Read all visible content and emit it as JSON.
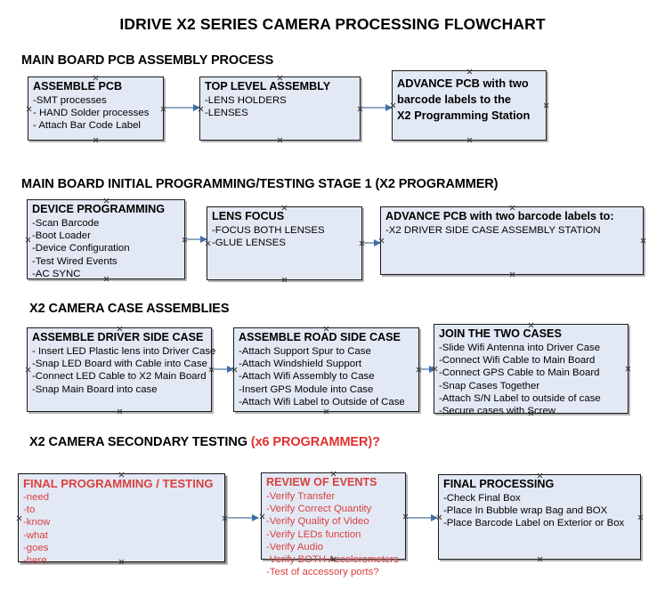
{
  "title": "IDRIVE X2  SERIES CAMERA PROCESSING FLOWCHART",
  "sections": [
    {
      "heading": "MAIN BOARD PCB ASSEMBLY PROCESS",
      "heading_accent": "",
      "nodes": [
        {
          "title": "ASSEMBLE PCB",
          "lines": [
            "-SMT processes",
            "- HAND Solder processes",
            "- Attach Bar Code Label"
          ]
        },
        {
          "title": "TOP LEVEL ASSEMBLY",
          "lines": [
            "-LENS HOLDERS",
            "-LENSES"
          ]
        },
        {
          "title": "ADVANCE PCB with two",
          "lines": [
            "barcode labels to the",
            " X2 Programming Station"
          ]
        }
      ]
    },
    {
      "heading": "MAIN BOARD INITIAL PROGRAMMING/TESTING STAGE 1 (X2 PROGRAMMER)",
      "heading_accent": "",
      "nodes": [
        {
          "title": "DEVICE PROGRAMMING",
          "lines": [
            "-Scan Barcode",
            "-Boot Loader",
            "-Device Configuration",
            "-Test Wired Events",
            "-AC SYNC"
          ]
        },
        {
          "title": "LENS FOCUS",
          "lines": [
            "-FOCUS BOTH LENSES",
            "-GLUE LENSES"
          ]
        },
        {
          "title": "ADVANCE PCB with two barcode labels to:",
          "lines": [
            "-X2 DRIVER  SIDE  CASE  ASSEMBLY STATION"
          ]
        }
      ]
    },
    {
      "heading": "X2 CAMERA CASE ASSEMBLIES",
      "heading_accent": "",
      "nodes": [
        {
          "title": "ASSEMBLE DRIVER SIDE CASE",
          "lines": [
            "- Insert LED Plastic lens into Driver Case",
            "-Snap LED Board with Cable into Case",
            "-Connect LED Cable to X2 Main Board",
            "-Snap Main Board into case"
          ]
        },
        {
          "title": "ASSEMBLE ROAD SIDE CASE",
          "lines": [
            "-Attach Support Spur to Case",
            "-Attach Windshield Support",
            "-Attach Wifi Assembly to Case",
            "-Insert GPS Module into Case",
            "-Attach Wifi Label to Outside of Case"
          ]
        },
        {
          "title": "JOIN THE TWO CASES",
          "lines": [
            "-Slide Wifi Antenna into Driver Case",
            "-Connect Wifi Cable to Main Board",
            "-Connect GPS Cable to Main Board",
            "-Snap Cases Together",
            "-Attach S/N Label to outside of case",
            "-Secure cases with Screw"
          ]
        }
      ]
    },
    {
      "heading": "X2 CAMERA SECONDARY TESTING ",
      "heading_accent": "(x6 PROGRAMMER)?",
      "nodes": [
        {
          "title": "FINAL PROGRAMMING / TESTING",
          "lines": [
            "-need",
            "-to",
            "-know",
            "-what",
            "-goes",
            "-here"
          ]
        },
        {
          "title": "REVIEW OF EVENTS",
          "lines": [
            "-Verify Transfer",
            "-Verify Correct Quantity",
            "-Verify Quality of Video",
            "-Verify LEDs function",
            "-Verify Audio",
            "-Verify BOTH Accelerometers",
            "-Test of accessory ports?"
          ]
        },
        {
          "title": "FINAL PROCESSING",
          "lines": [
            " -Check Final Box",
            "-Place In Bubble wrap Bag and BOX",
            "-Place Barcode Label on Exterior or Box"
          ]
        }
      ]
    }
  ],
  "colors": {
    "node_fill": "#e3e9f4",
    "node_border": "#1a1a1a",
    "arrow_line": "#8ea9c4",
    "arrow_head": "#3f6ea8",
    "accent_red": "#d94040",
    "text": "#000000"
  }
}
